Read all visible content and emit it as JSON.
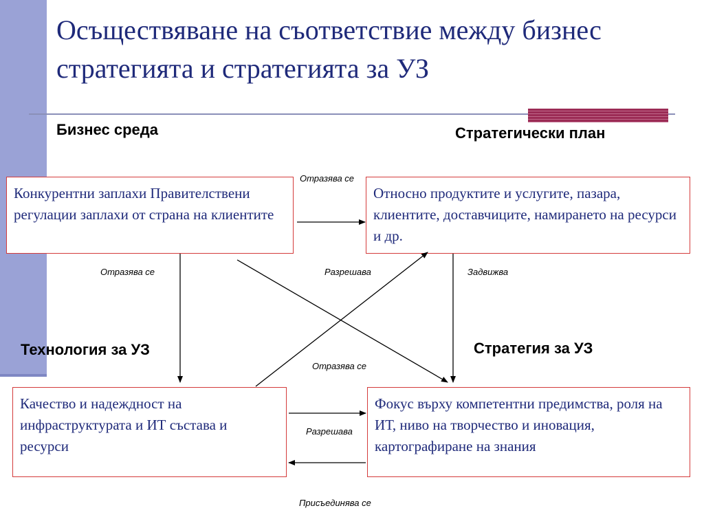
{
  "title": "Осъществяване на съответствие между бизнес стратегията и стратегията за УЗ",
  "headings": {
    "business_env": "Бизнес среда",
    "strategic_plan": "Стратегически план",
    "tech": "Технология за УЗ",
    "strategy": "Стратегия за УЗ"
  },
  "boxes": {
    "top_left": "Конкурентни заплахи Правителствени регулации заплахи от страна на клиентите",
    "top_right": "Относно продуктите и услугите, пазара, клиентите, доставчиците, намирането на ресурси и др.",
    "bottom_left": "Качество и надеждност на инфраструктурата и ИТ състава и ресурси",
    "bottom_right": "Фокус върху компетентни предимства, роля на ИТ, ниво на творчество и иновация, картографиране на знания"
  },
  "labels": {
    "top_arrow": "Отразява се",
    "left_down": "Отразява се",
    "diag_up": "Разрешава",
    "right_down": "Задвижва",
    "diag_down": "Отразява се",
    "bottom_right_arrow": "Разрешава",
    "bottom_left_arrow": "Присъединява се"
  },
  "colors": {
    "title": "#1f2a7a",
    "box_border": "#d43a3a",
    "sidebar": "#9aa2d6",
    "accent": "#9b2b55"
  }
}
